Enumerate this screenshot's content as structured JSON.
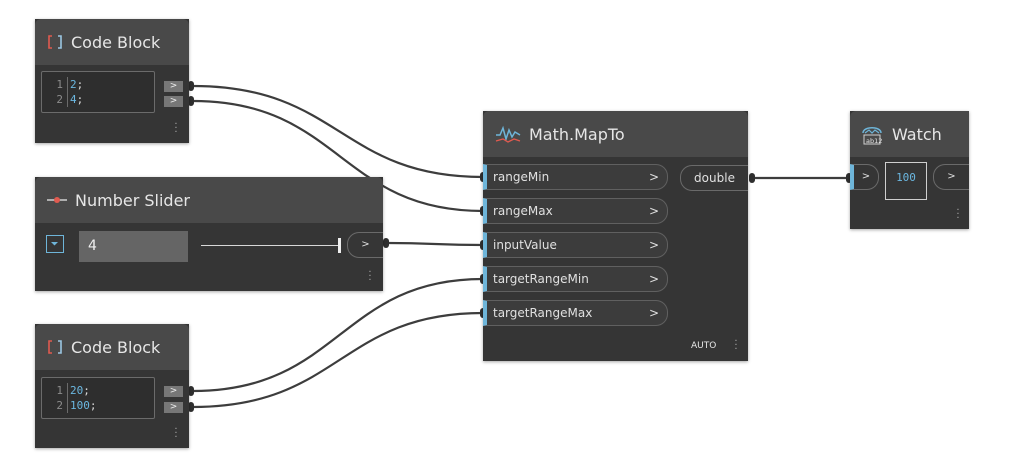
{
  "code_block_1": {
    "title": "Code Block",
    "lines": [
      {
        "num": "1",
        "value": "2",
        "semi": ";"
      },
      {
        "num": "2",
        "value": "4",
        "semi": ";"
      }
    ],
    "port_label": ">"
  },
  "number_slider": {
    "title": "Number Slider",
    "value": "4",
    "slider_level": 1.0,
    "port_label": ">"
  },
  "code_block_2": {
    "title": "Code Block",
    "lines": [
      {
        "num": "1",
        "value": "20",
        "semi": ";"
      },
      {
        "num": "2",
        "value": "100",
        "semi": ";"
      }
    ],
    "port_label": ">"
  },
  "math_mapto": {
    "title": "Math.MapTo",
    "inputs": [
      {
        "label": "rangeMin",
        "chev": ">"
      },
      {
        "label": "rangeMax",
        "chev": ">"
      },
      {
        "label": "inputValue",
        "chev": ">"
      },
      {
        "label": "targetRangeMin",
        "chev": ">"
      },
      {
        "label": "targetRangeMax",
        "chev": ">"
      }
    ],
    "output": "double",
    "lacing": "AUTO"
  },
  "watch": {
    "title": "Watch",
    "in_label": ">",
    "value": "100",
    "out_label": ">"
  },
  "colors": {
    "background": "#ffffff",
    "node_body": "#353535",
    "node_header": "#494949",
    "port_accent": "#6eb5d9",
    "code_value": "#6bb7e0",
    "wire": "#3d3d3d",
    "code_bracket": "#e05a4f"
  },
  "icons": {
    "code_block": "code-brackets-icon",
    "slider": "slider-icon",
    "mapto": "wave-graph-icon",
    "watch": "watch-lens-icon"
  }
}
